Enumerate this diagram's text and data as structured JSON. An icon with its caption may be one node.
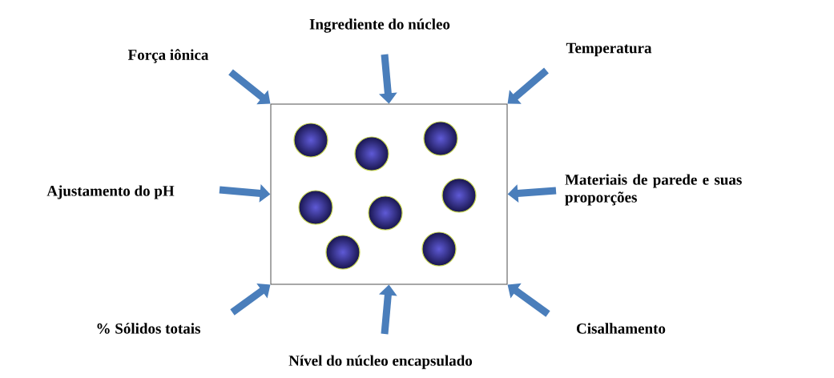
{
  "diagram": {
    "nodes": [
      {
        "text": [],
        "shape": "box"
      },
      {
        "text": [
          "Força iônica"
        ]
      },
      {
        "text": [
          "Ingrediente do núcleo"
        ]
      },
      {
        "text": [
          "Temperatura"
        ]
      },
      {
        "text": [
          "Ajustamento do pH"
        ]
      },
      {
        "text": [
          "Materiais de parede e suas proporções"
        ]
      },
      {
        "text": [
          "% Sólidos totais"
        ]
      },
      {
        "text": [
          "Nível do núcleo encapsulado"
        ]
      },
      {
        "text": [
          "Cisalhamento"
        ]
      }
    ],
    "edges": [
      {
        "from": 1,
        "to": 0,
        "arrow": "to"
      },
      {
        "from": 2,
        "to": 0,
        "arrow": "to"
      },
      {
        "from": 3,
        "to": 0,
        "arrow": "to"
      },
      {
        "from": 4,
        "to": 0,
        "arrow": "to"
      },
      {
        "from": 5,
        "to": 0,
        "arrow": "to"
      },
      {
        "from": 6,
        "to": 0,
        "arrow": "to"
      },
      {
        "from": 7,
        "to": 0,
        "arrow": "to"
      },
      {
        "from": 8,
        "to": 0,
        "arrow": "to"
      }
    ]
  }
}
